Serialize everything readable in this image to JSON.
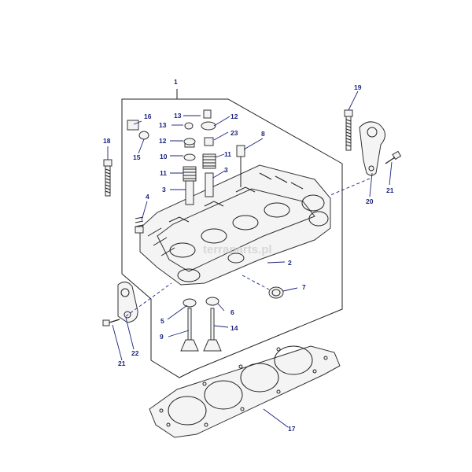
{
  "diagram": {
    "watermark": "terraparts.pl",
    "callouts": [
      {
        "id": "c1",
        "text": "1"
      },
      {
        "id": "c2",
        "text": "2"
      },
      {
        "id": "c3a",
        "text": "3"
      },
      {
        "id": "c3b",
        "text": "3"
      },
      {
        "id": "c4",
        "text": "4"
      },
      {
        "id": "c5",
        "text": "5"
      },
      {
        "id": "c6",
        "text": "6"
      },
      {
        "id": "c7",
        "text": "7"
      },
      {
        "id": "c8",
        "text": "8"
      },
      {
        "id": "c9",
        "text": "9"
      },
      {
        "id": "c10",
        "text": "10"
      },
      {
        "id": "c11a",
        "text": "11"
      },
      {
        "id": "c11b",
        "text": "11"
      },
      {
        "id": "c12a",
        "text": "12"
      },
      {
        "id": "c12b",
        "text": "12"
      },
      {
        "id": "c13a",
        "text": "13"
      },
      {
        "id": "c13b",
        "text": "13"
      },
      {
        "id": "c14",
        "text": "14"
      },
      {
        "id": "c15",
        "text": "15"
      },
      {
        "id": "c16",
        "text": "16"
      },
      {
        "id": "c17",
        "text": "17"
      },
      {
        "id": "c18",
        "text": "18"
      },
      {
        "id": "c19",
        "text": "19"
      },
      {
        "id": "c20",
        "text": "20"
      },
      {
        "id": "c21a",
        "text": "21"
      },
      {
        "id": "c21b",
        "text": "21"
      },
      {
        "id": "c22",
        "text": "22"
      },
      {
        "id": "c23",
        "text": "23"
      }
    ]
  }
}
